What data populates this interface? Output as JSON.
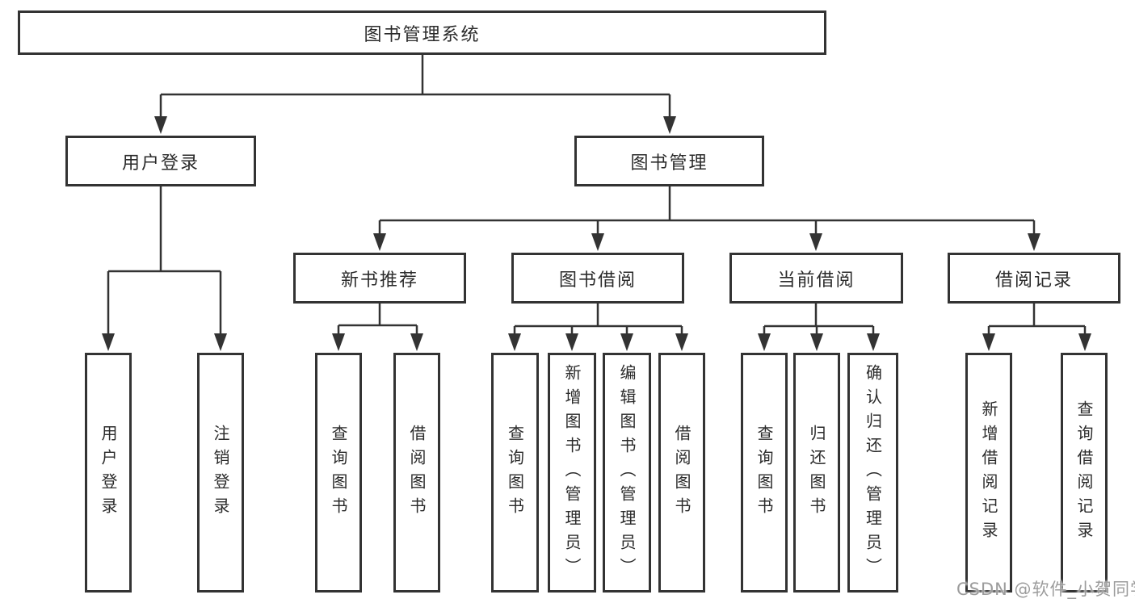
{
  "tree": {
    "label": "图书管理系统",
    "children": [
      {
        "label": "用户登录",
        "children": [
          {
            "label": "用户登录"
          },
          {
            "label": "注销登录"
          }
        ]
      },
      {
        "label": "图书管理",
        "children": [
          {
            "label": "新书推荐",
            "children": [
              {
                "label": "查询图书"
              },
              {
                "label": "借阅图书"
              }
            ]
          },
          {
            "label": "图书借阅",
            "children": [
              {
                "label": "查询图书"
              },
              {
                "label": "新增图书（管理员）"
              },
              {
                "label": "编辑图书（管理员）"
              },
              {
                "label": "借阅图书"
              }
            ]
          },
          {
            "label": "当前借阅",
            "children": [
              {
                "label": "查询图书"
              },
              {
                "label": "归还图书"
              },
              {
                "label": "确认归还（管理员）"
              }
            ]
          },
          {
            "label": "借阅记录",
            "children": [
              {
                "label": "新增借阅记录"
              },
              {
                "label": "查询借阅记录"
              }
            ]
          }
        ]
      }
    ]
  },
  "watermark": {
    "text": "CSDN @软件_小贺同学"
  },
  "colors": {
    "line": "#333333",
    "box_border": "#333333",
    "text": "#2b2b2b",
    "background": "#ffffff",
    "watermark": "#9c9c9c"
  }
}
